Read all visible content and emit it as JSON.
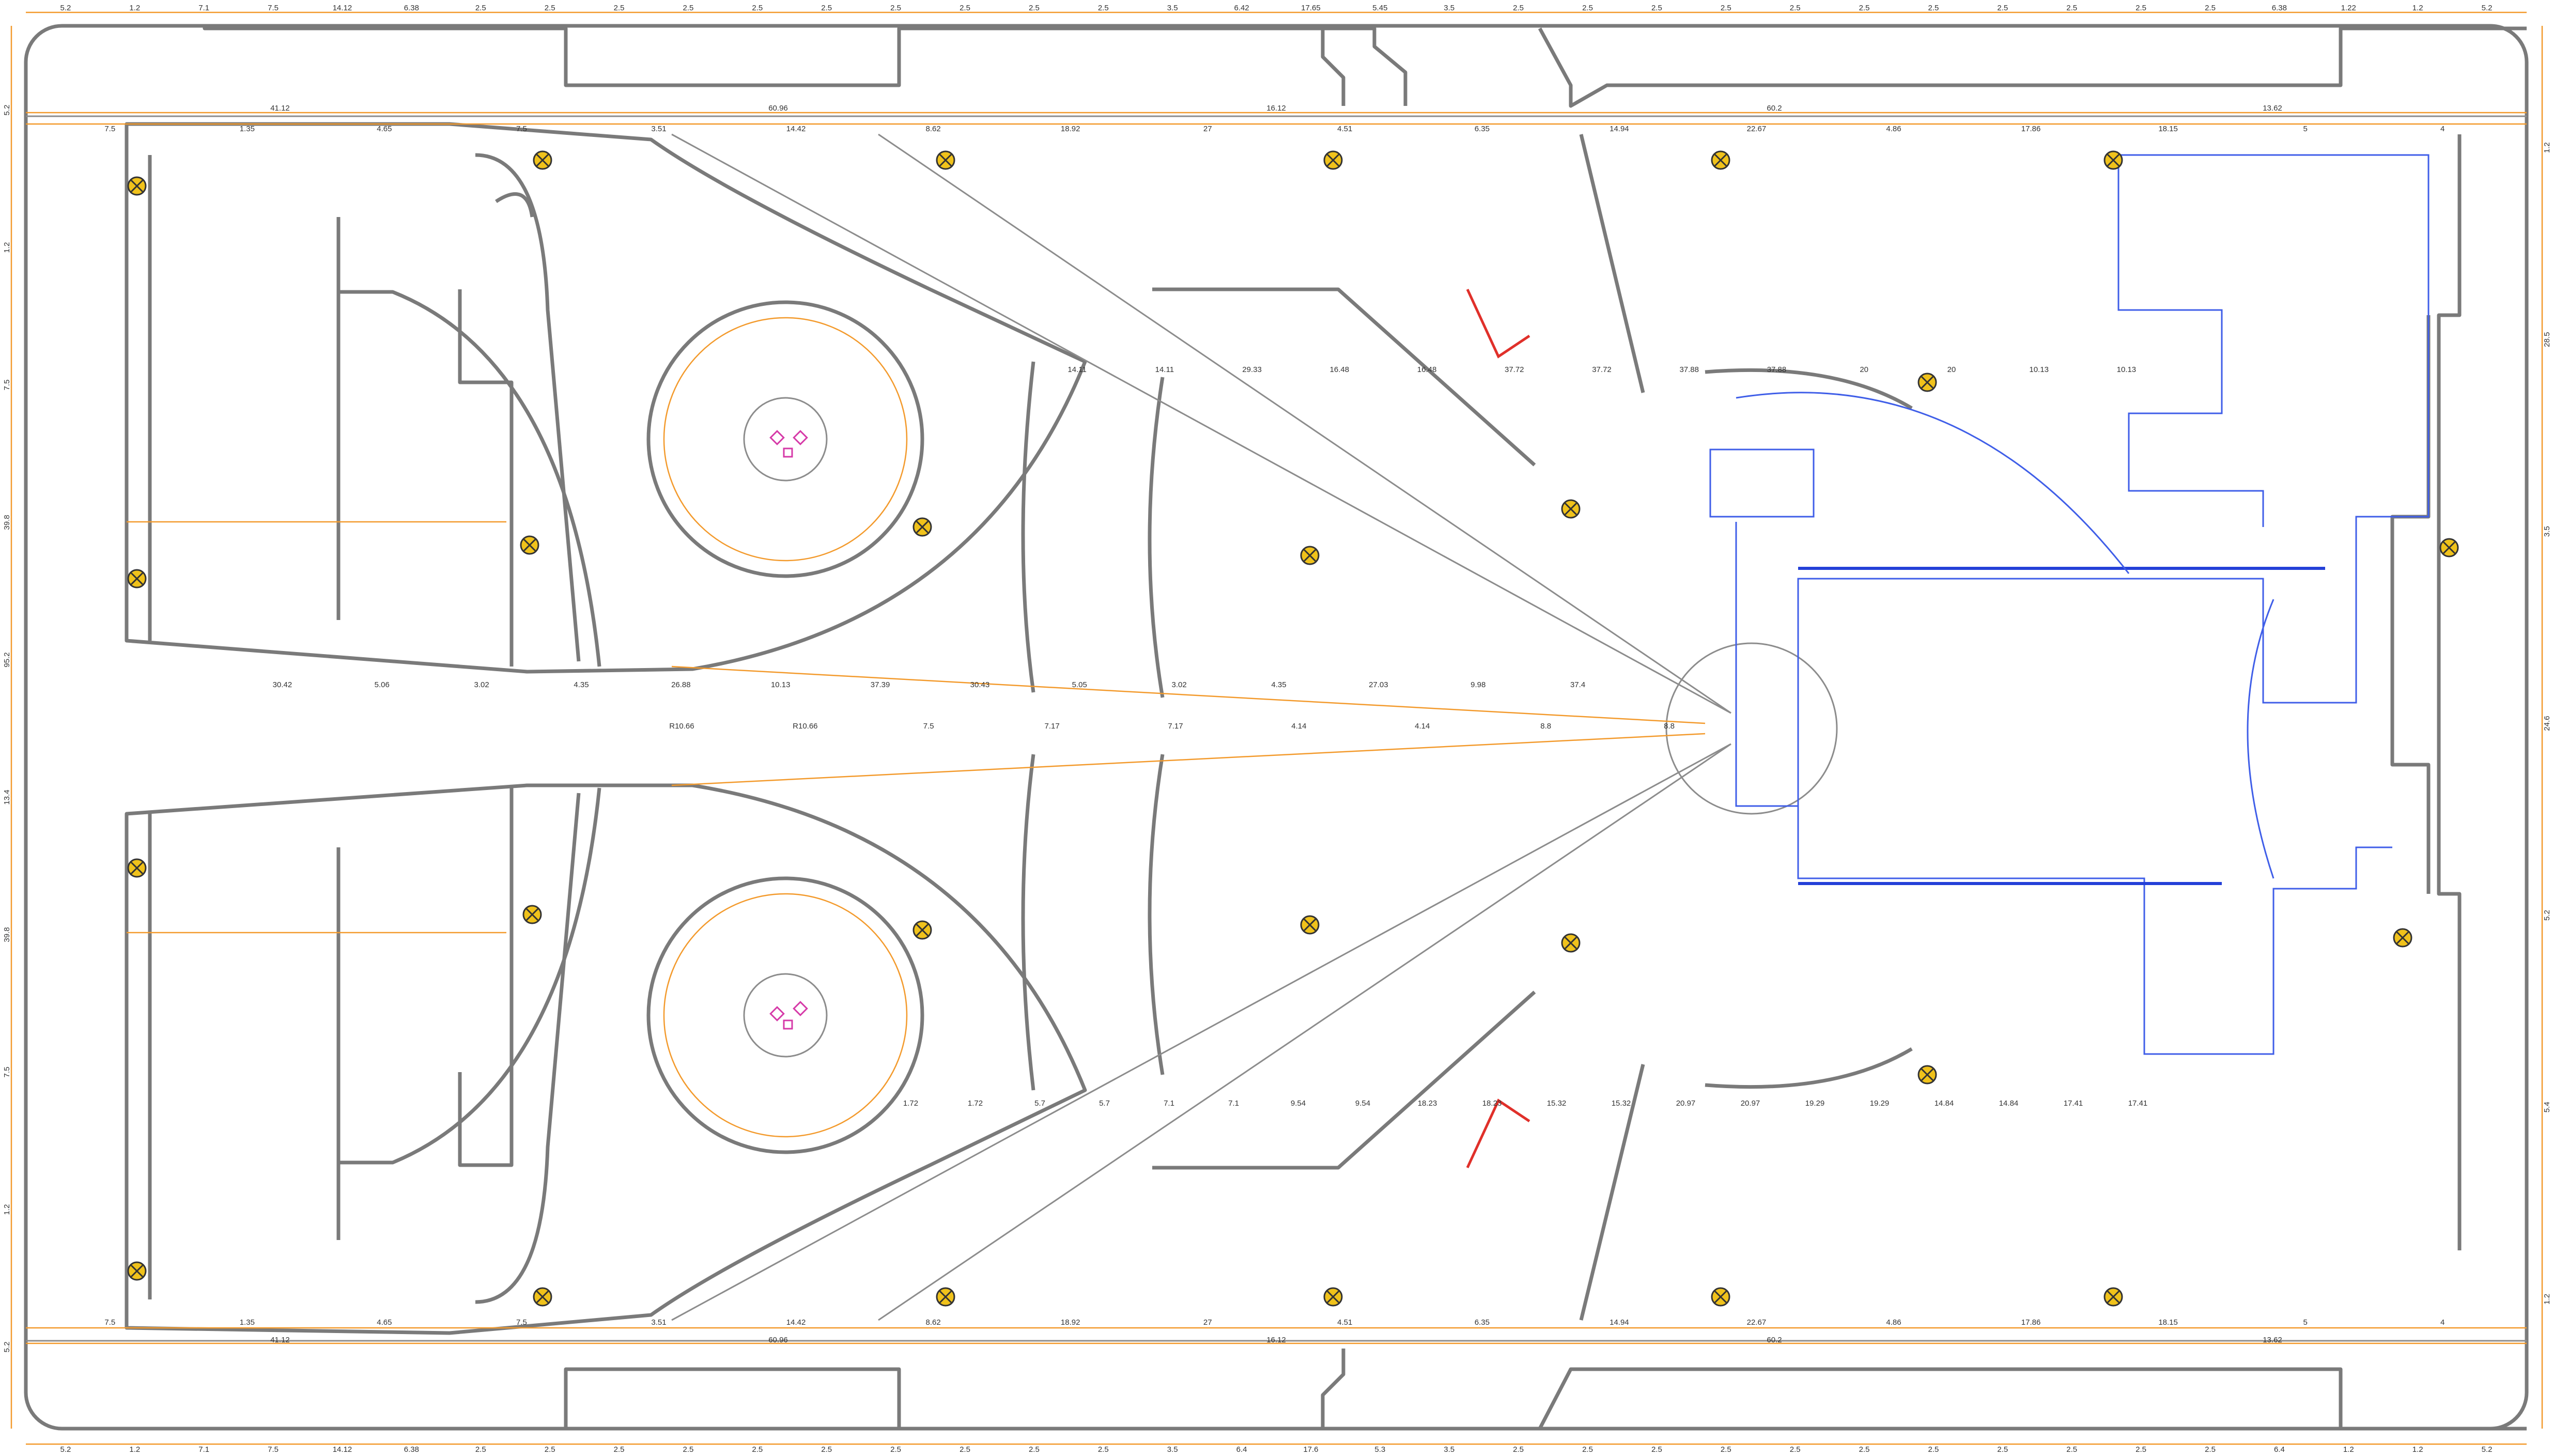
{
  "dims": {
    "top": [
      "5.2",
      "1.2",
      "7.1",
      "7.5",
      "14.12",
      "6.38",
      "2.5",
      "2.5",
      "2.5",
      "2.5",
      "2.5",
      "2.5",
      "2.5",
      "2.5",
      "2.5",
      "2.5",
      "3.5",
      "6.42",
      "17.65",
      "5.45",
      "3.5",
      "2.5",
      "2.5",
      "2.5",
      "2.5",
      "2.5",
      "2.5",
      "2.5",
      "2.5",
      "2.5",
      "2.5",
      "2.5",
      "6.38",
      "1.22",
      "1.2",
      "5.2"
    ],
    "bottom": [
      "5.2",
      "1.2",
      "7.1",
      "7.5",
      "14.12",
      "6.38",
      "2.5",
      "2.5",
      "2.5",
      "2.5",
      "2.5",
      "2.5",
      "2.5",
      "2.5",
      "2.5",
      "2.5",
      "3.5",
      "6.4",
      "17.6",
      "5.3",
      "3.5",
      "2.5",
      "2.5",
      "2.5",
      "2.5",
      "2.5",
      "2.5",
      "2.5",
      "2.5",
      "2.5",
      "2.5",
      "2.5",
      "6.4",
      "1.2",
      "1.2",
      "5.2"
    ],
    "row2_top": [
      "41.12",
      "60.96",
      "16.12",
      "60.2",
      "13.62"
    ],
    "row2_bottom": [
      "41.12",
      "60.96",
      "16.12",
      "60.2",
      "13.62"
    ],
    "row3_top": [
      "7.5",
      "1.35",
      "4.65",
      "7.5",
      "3.51",
      "14.42",
      "8.62",
      "18.92",
      "27",
      "4.51",
      "6.35",
      "14.94",
      "22.67",
      "4.86",
      "17.86",
      "18.15",
      "5",
      "4"
    ],
    "row3_bottom": [
      "7.5",
      "1.35",
      "4.65",
      "7.5",
      "3.51",
      "14.42",
      "8.62",
      "18.92",
      "27",
      "4.51",
      "6.35",
      "14.94",
      "22.67",
      "4.86",
      "17.86",
      "18.15",
      "5",
      "4"
    ],
    "left": [
      "5.2",
      "1.2",
      "7.5",
      "39.8",
      "95.2",
      "13.4",
      "39.8",
      "7.5",
      "1.2",
      "5.2"
    ],
    "right": [
      "1.2",
      "28.5",
      "3.5",
      "24.6",
      "5.2",
      "5.4",
      "1.2"
    ],
    "left_mid": [
      "30.42",
      "5.06",
      "3.02",
      "4.35",
      "26.88",
      "10.13",
      "37.39",
      "30.43",
      "5.05",
      "3.02",
      "4.35",
      "27.03",
      "9.98",
      "37.4"
    ],
    "plaza": [
      "R10.66",
      "R10.66",
      "7.5",
      "7.17",
      "7.17",
      "4.14",
      "4.14",
      "8.8",
      "8.8"
    ],
    "arc": [
      "14.11",
      "14.11",
      "29.33",
      "16.48",
      "16.48",
      "37.72",
      "37.72",
      "37.88",
      "37.88",
      "20",
      "20",
      "10.13",
      "10.13"
    ],
    "misc": [
      "1.72",
      "1.72",
      "5.7",
      "5.7",
      "7.1",
      "7.1",
      "9.54",
      "9.54",
      "18.23",
      "18.23",
      "15.32",
      "15.32",
      "20.97",
      "20.97",
      "19.29",
      "19.29",
      "14.84",
      "14.84",
      "17.41",
      "17.41"
    ]
  },
  "colors": {
    "wall": "#7a7a7a",
    "dimension": "#f39a2c",
    "building": "#3f5ee8",
    "lamp": "#f0c21b",
    "marker": "#d63aa8",
    "accent": "#e0302a"
  },
  "icons": [
    "lamp-icon",
    "marker-icon"
  ]
}
